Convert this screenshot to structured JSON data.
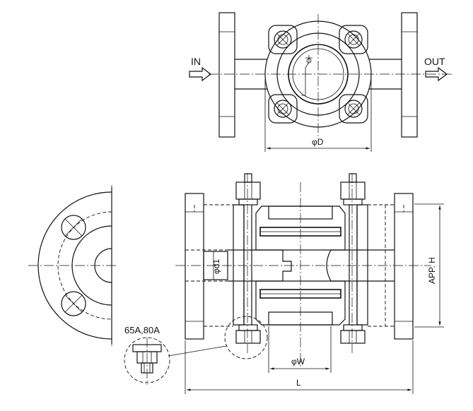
{
  "labels": {
    "inlet": "IN",
    "outlet": "OUT",
    "body_diameter": "φD",
    "port_diameter": "φd1",
    "window_diameter": "φW",
    "overall_length": "L",
    "approx_height": "APP. H",
    "detail_sizes": "65A,80A"
  },
  "icons": {
    "flow_arrow_in": "hollow-arrow-right-icon",
    "flow_arrow_out": "hollow-arrow-right-icon"
  }
}
